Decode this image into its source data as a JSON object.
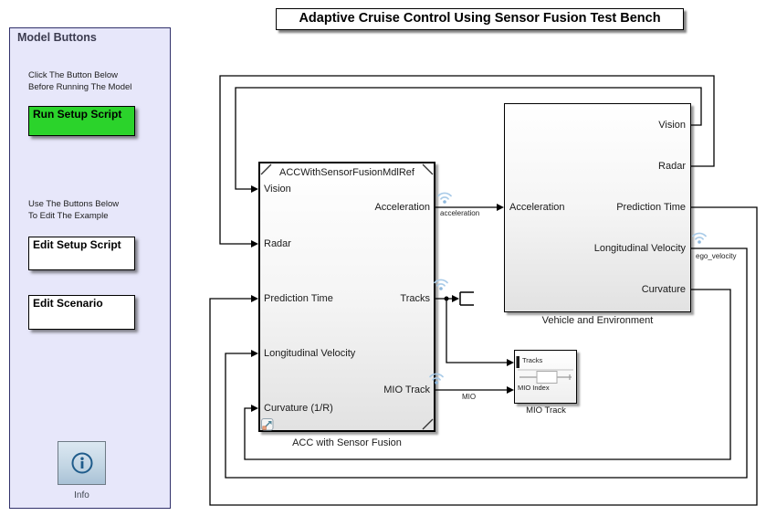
{
  "window": {
    "title": "Adaptive Cruise Control Using Sensor Fusion Test Bench"
  },
  "panel": {
    "header": "Model Buttons",
    "note_run": [
      "Click The Button Below",
      "Before Running The Model"
    ],
    "run_button_label": "Run Setup Script",
    "note_edit": [
      "Use The Buttons Below",
      "To Edit The Example"
    ],
    "edit_setup_button_label": "Edit Setup Script",
    "edit_scenario_button_label": "Edit Scenario",
    "info_label": "Info"
  },
  "diagram": {
    "acc_block": {
      "header": "ACCWithSensorFusionMdlRef",
      "caption": "ACC with Sensor Fusion",
      "inputs": [
        "Vision",
        "Radar",
        "Prediction Time",
        "Longitudinal Velocity",
        "Curvature (1/R)"
      ],
      "outputs": [
        "Acceleration",
        "Tracks",
        "MIO Track"
      ]
    },
    "ve_block": {
      "caption": "Vehicle and Environment",
      "inputs": [
        "Acceleration"
      ],
      "outputs": [
        "Vision",
        "Radar",
        "Prediction Time",
        "Longitudinal Velocity",
        "Curvature"
      ]
    },
    "mio_block": {
      "caption": "MIO Track",
      "ports": [
        "Tracks",
        "MIO Index"
      ]
    },
    "signal_labels": {
      "acceleration": "acceleration",
      "mio": "MIO",
      "ego_velocity": "ego_velocity"
    }
  },
  "icons": {
    "viewer": "wifi-signal-viewer-badge",
    "info": "circled-i",
    "model_badge": "model-reference-badge",
    "signal_terminator": "open-bracket-connector"
  },
  "colors": {
    "run_button_green": "#2BD32B",
    "panel_bg": "#E7E7FA",
    "panel_border": "#31316B",
    "wifi_blue": "#A9CBE8",
    "info_blue": "#1F5C8B"
  }
}
